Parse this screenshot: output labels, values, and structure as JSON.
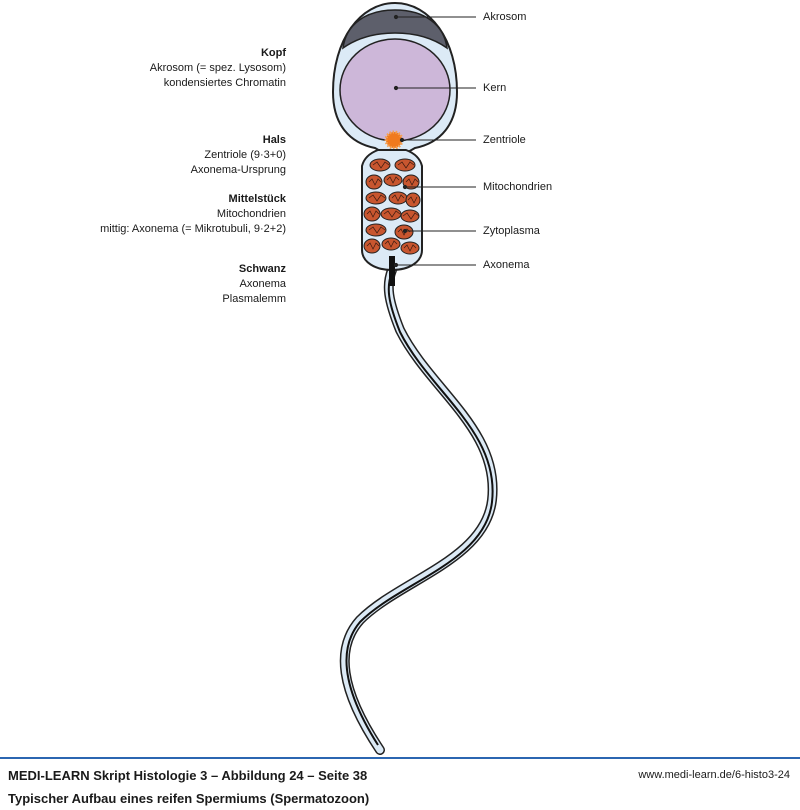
{
  "left_annotations": {
    "kopf": {
      "heading": "Kopf",
      "lines": [
        "Akrosom (= spez. Lysosom)",
        "kondensiertes Chromatin"
      ]
    },
    "hals": {
      "heading": "Hals",
      "lines": [
        "Zentriole (9·3+0)",
        "Axonema-Ursprung"
      ]
    },
    "mittelstueck": {
      "heading": "Mittelstück",
      "lines": [
        "Mitochondrien",
        "mittig: Axonema (= Mikrotubuli, 9·2+2)"
      ]
    },
    "schwanz": {
      "heading": "Schwanz",
      "lines": [
        "Axonema",
        "Plasmalemm"
      ]
    }
  },
  "right_labels": {
    "akrosom": "Akrosom",
    "kern": "Kern",
    "zentriole": "Zentriole",
    "mitochondrien": "Mitochondrien",
    "zytoplasma": "Zytoplasma",
    "axonema": "Axonema"
  },
  "colors": {
    "cytoplasm": "#dceaf6",
    "nucleus": "#cdb7d9",
    "acrosome": "#5d5f6b",
    "mitochondria": "#c8562f",
    "centriole": "#f07a1e",
    "accent": "#2b66b1"
  },
  "footer": {
    "title": "MEDI-LEARN Skript Histologie 3 – Abbildung 24 – Seite 38",
    "url": "www.medi-learn.de/6-histo3-24",
    "caption": "Typischer Aufbau eines reifen Spermiums (Spermatozoon)"
  }
}
